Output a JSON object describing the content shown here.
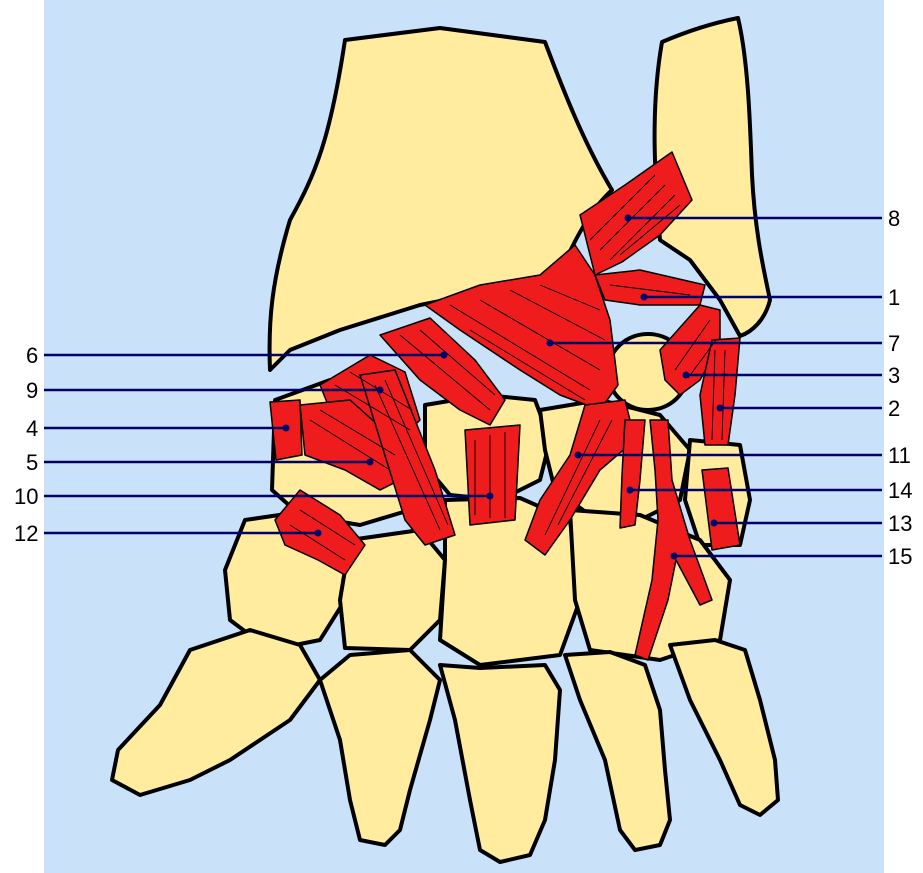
{
  "colors": {
    "background": "#c9e2f9",
    "bone": "#ffec9e",
    "ligament": "#ee1c1c",
    "leader_line": "#00006b",
    "outline": "#000000"
  },
  "labels": {
    "l1": "1",
    "l2": "2",
    "l3": "3",
    "l4": "4",
    "l5": "5",
    "l6": "6",
    "l7": "7",
    "l8": "8",
    "l9": "9",
    "l10": "10",
    "l11": "11",
    "l12": "12",
    "l13": "13",
    "l14": "14",
    "l15": "15"
  }
}
